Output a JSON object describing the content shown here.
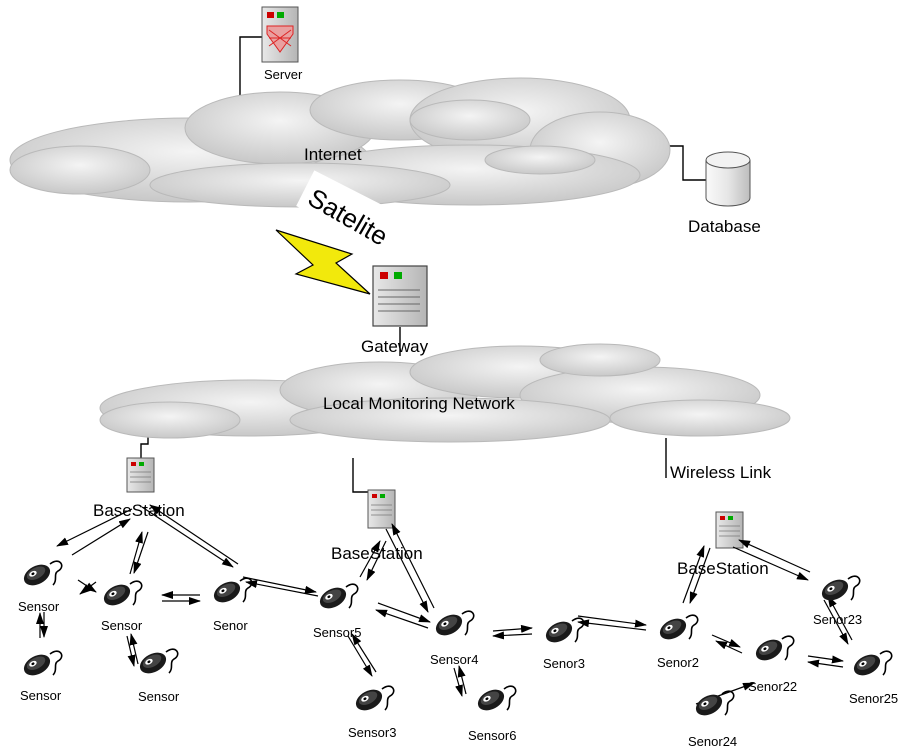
{
  "clouds": {
    "internet": "Internet",
    "local": "Local Monitoring Network"
  },
  "link_labels": {
    "satellite": "Satelite",
    "wireless": "Wireless Link"
  },
  "nodes": {
    "server": "Server",
    "database": "Database",
    "gateway": "Gateway",
    "base_left": "BaseStation",
    "base_center": "BaseStation",
    "base_right": "BaseStation"
  },
  "sensors": [
    {
      "id": "s1",
      "label": "Sensor"
    },
    {
      "id": "s2",
      "label": "Sensor"
    },
    {
      "id": "s3",
      "label": "Sensor"
    },
    {
      "id": "s4",
      "label": "Sensor"
    },
    {
      "id": "s5",
      "label": "Senor"
    },
    {
      "id": "s6",
      "label": "Sensor5"
    },
    {
      "id": "s7",
      "label": "Sensor3"
    },
    {
      "id": "s8",
      "label": "Sensor4"
    },
    {
      "id": "s9",
      "label": "Sensor6"
    },
    {
      "id": "s10",
      "label": "Senor3"
    },
    {
      "id": "s11",
      "label": "Senor2"
    },
    {
      "id": "s12",
      "label": "Senor22"
    },
    {
      "id": "s13",
      "label": "Senor24"
    },
    {
      "id": "s14",
      "label": "Senor23"
    },
    {
      "id": "s15",
      "label": "Senor25"
    }
  ],
  "icons": {
    "cloud": "cloud-icon",
    "server": "server-icon",
    "database": "database-icon",
    "sensor": "sensor-node-icon",
    "lightning": "lightning-icon"
  }
}
